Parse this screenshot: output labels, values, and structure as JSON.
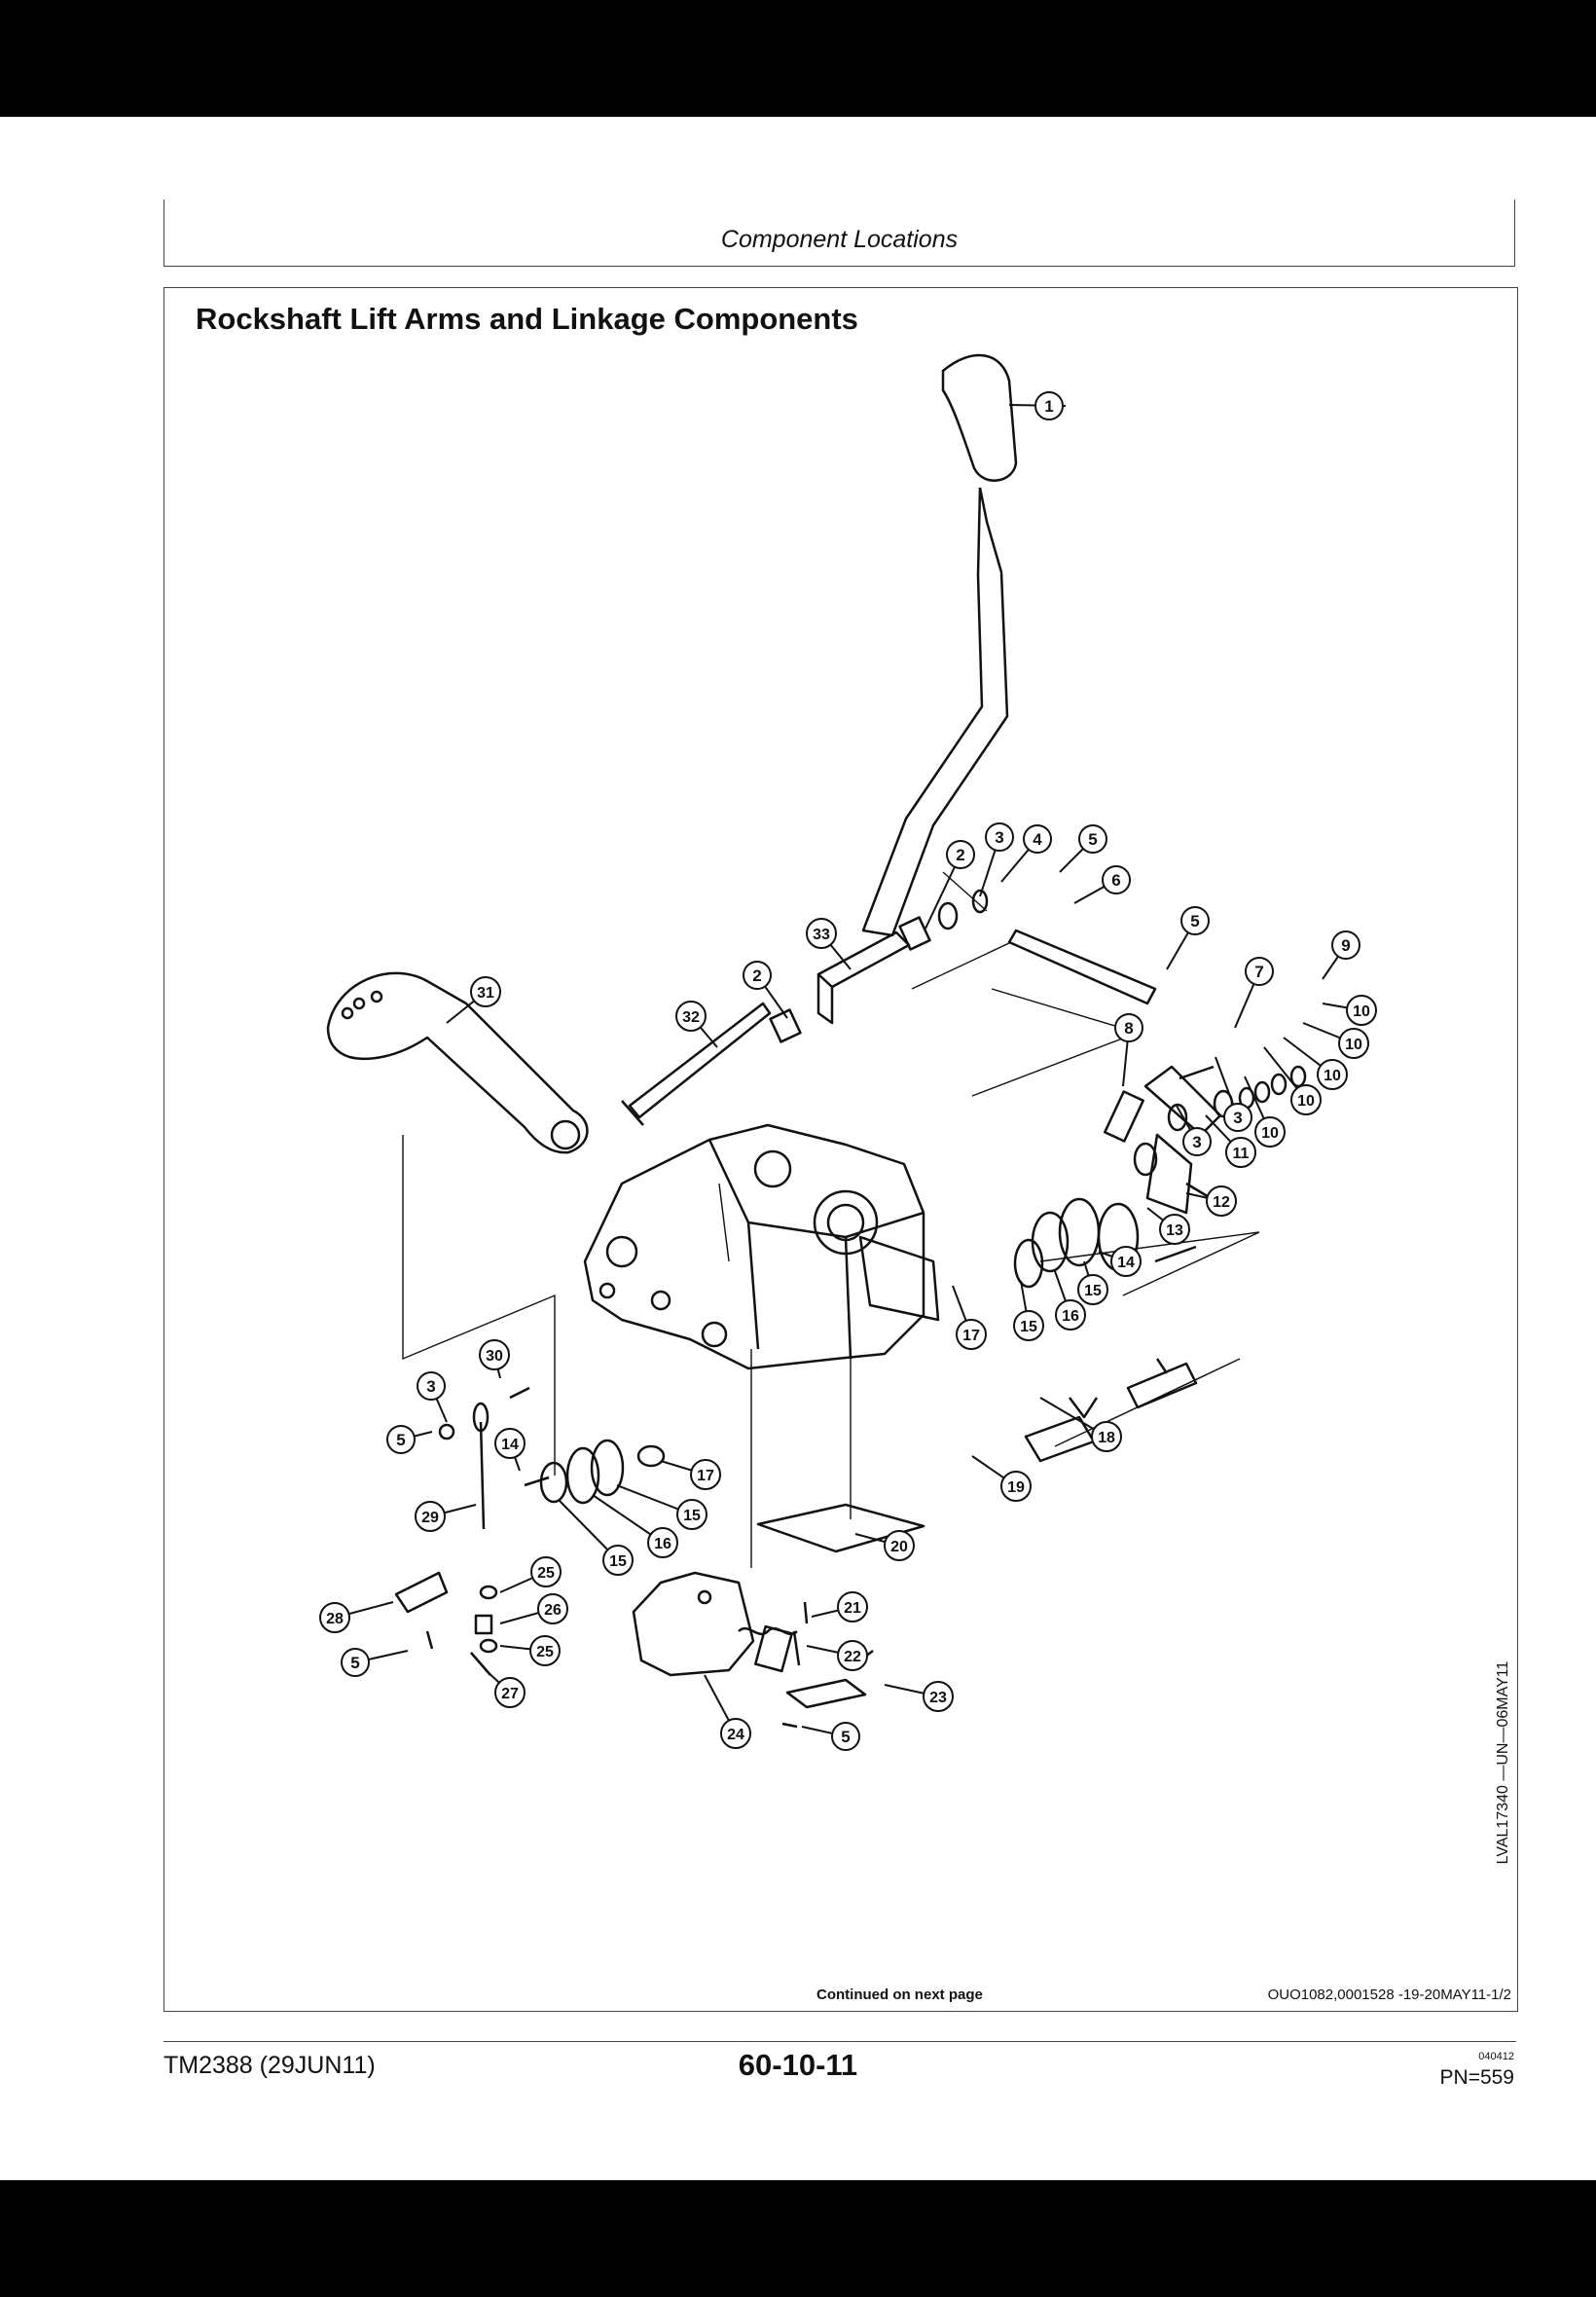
{
  "header": {
    "title": "Component Locations"
  },
  "section": {
    "title": "Rockshaft Lift Arms and Linkage Components"
  },
  "figure": {
    "code": "LVAL17340 —UN—06MAY11",
    "callouts": [
      "1",
      "2",
      "3",
      "4",
      "5",
      "6",
      "5",
      "33",
      "2",
      "32",
      "31",
      "7",
      "9",
      "10",
      "10",
      "10",
      "10",
      "8",
      "3",
      "3",
      "10",
      "11",
      "12",
      "13",
      "14",
      "15",
      "16",
      "15",
      "17",
      "18",
      "19",
      "20",
      "30",
      "3",
      "5",
      "14",
      "15",
      "16",
      "15",
      "17",
      "29",
      "25",
      "26",
      "28",
      "25",
      "5",
      "27",
      "24",
      "21",
      "22",
      "23",
      "5"
    ]
  },
  "note": {
    "continued": "Continued on next page",
    "ref": "OUO1082,0001528 -19-20MAY11-1/2"
  },
  "footer": {
    "manual": "TM2388 (29JUN11)",
    "page": "60-10-11",
    "date_code": "040412",
    "pn": "PN=559"
  }
}
